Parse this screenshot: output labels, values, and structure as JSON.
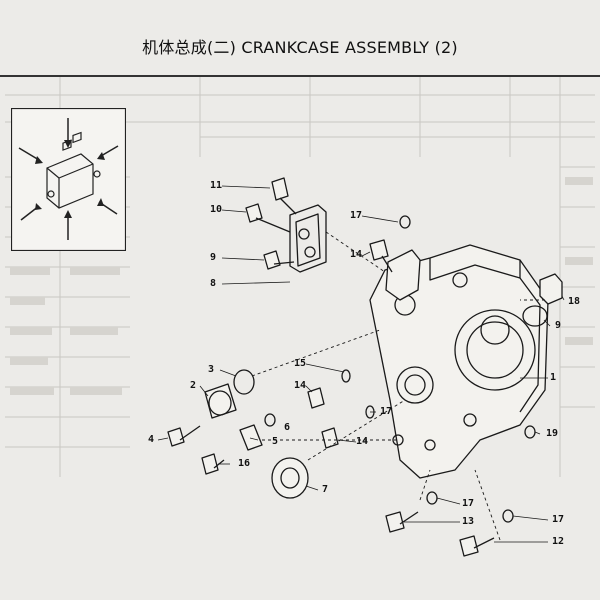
{
  "title": "机体总成(二) CRANKCASE ASSEMBLY (2)",
  "callouts": [
    {
      "id": "c11",
      "text": "11"
    },
    {
      "id": "c10",
      "text": "10"
    },
    {
      "id": "c9a",
      "text": "9"
    },
    {
      "id": "c8",
      "text": "8"
    },
    {
      "id": "c17a",
      "text": "17"
    },
    {
      "id": "c14a",
      "text": "14"
    },
    {
      "id": "c18",
      "text": "18"
    },
    {
      "id": "c9b",
      "text": "9"
    },
    {
      "id": "c15",
      "text": "15"
    },
    {
      "id": "c3",
      "text": "3"
    },
    {
      "id": "c1",
      "text": "1"
    },
    {
      "id": "c2",
      "text": "2"
    },
    {
      "id": "c14b",
      "text": "14"
    },
    {
      "id": "c17b",
      "text": "17"
    },
    {
      "id": "c6",
      "text": "6"
    },
    {
      "id": "c5",
      "text": "5"
    },
    {
      "id": "c4",
      "text": "4"
    },
    {
      "id": "c14c",
      "text": "14"
    },
    {
      "id": "c19",
      "text": "19"
    },
    {
      "id": "c16",
      "text": "16"
    },
    {
      "id": "c7",
      "text": "7"
    },
    {
      "id": "c17c",
      "text": "17"
    },
    {
      "id": "c13",
      "text": "13"
    },
    {
      "id": "c17d",
      "text": "17"
    },
    {
      "id": "c12",
      "text": "12"
    }
  ]
}
